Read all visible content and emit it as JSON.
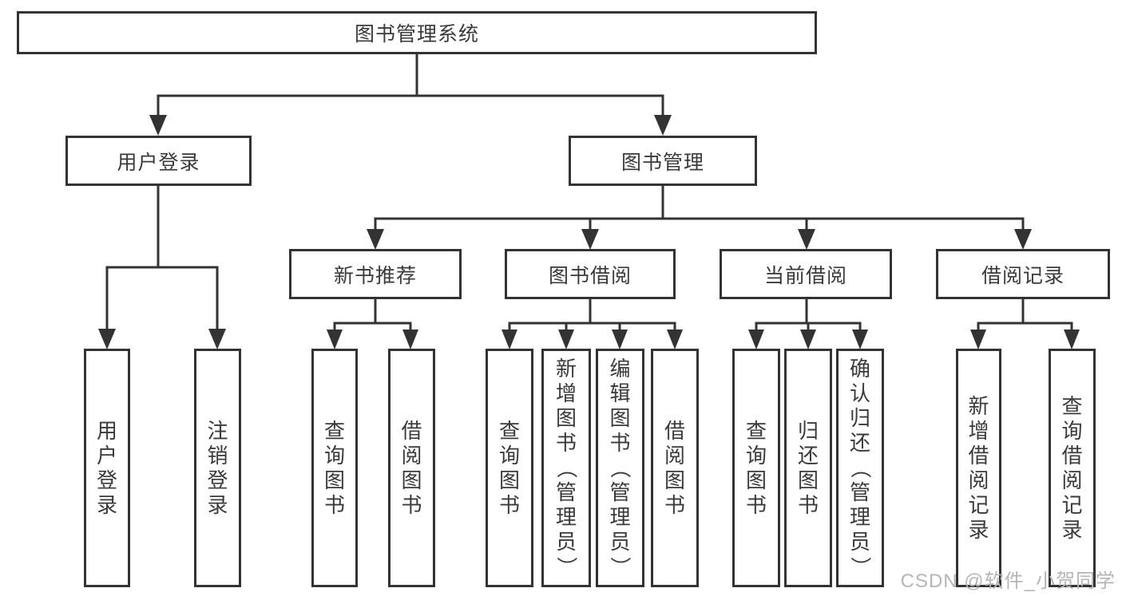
{
  "diagram": {
    "nodes": {
      "root": "图书管理系统",
      "user_login": "用户登录",
      "book_management": "图书管理",
      "new_book_recommend": "新书推荐",
      "book_borrow": "图书借阅",
      "current_borrow": "当前借阅",
      "borrow_records": "借阅记录"
    },
    "leaves": [
      "用户登录",
      "注销登录",
      "查询图书",
      "借阅图书",
      "查询图书",
      "新增图书（管理员）",
      "编辑图书（管理员）",
      "借阅图书",
      "查询图书",
      "归还图书",
      "确认归还（管理员）",
      "新增借阅记录",
      "查询借阅记录"
    ],
    "watermark": "CSDN @软件_小贺同学",
    "colors": {
      "line": "#333333",
      "border": "#333333",
      "text": "#3a3a3a",
      "watermark": "#b5b5b5",
      "background": "#ffffff"
    }
  }
}
